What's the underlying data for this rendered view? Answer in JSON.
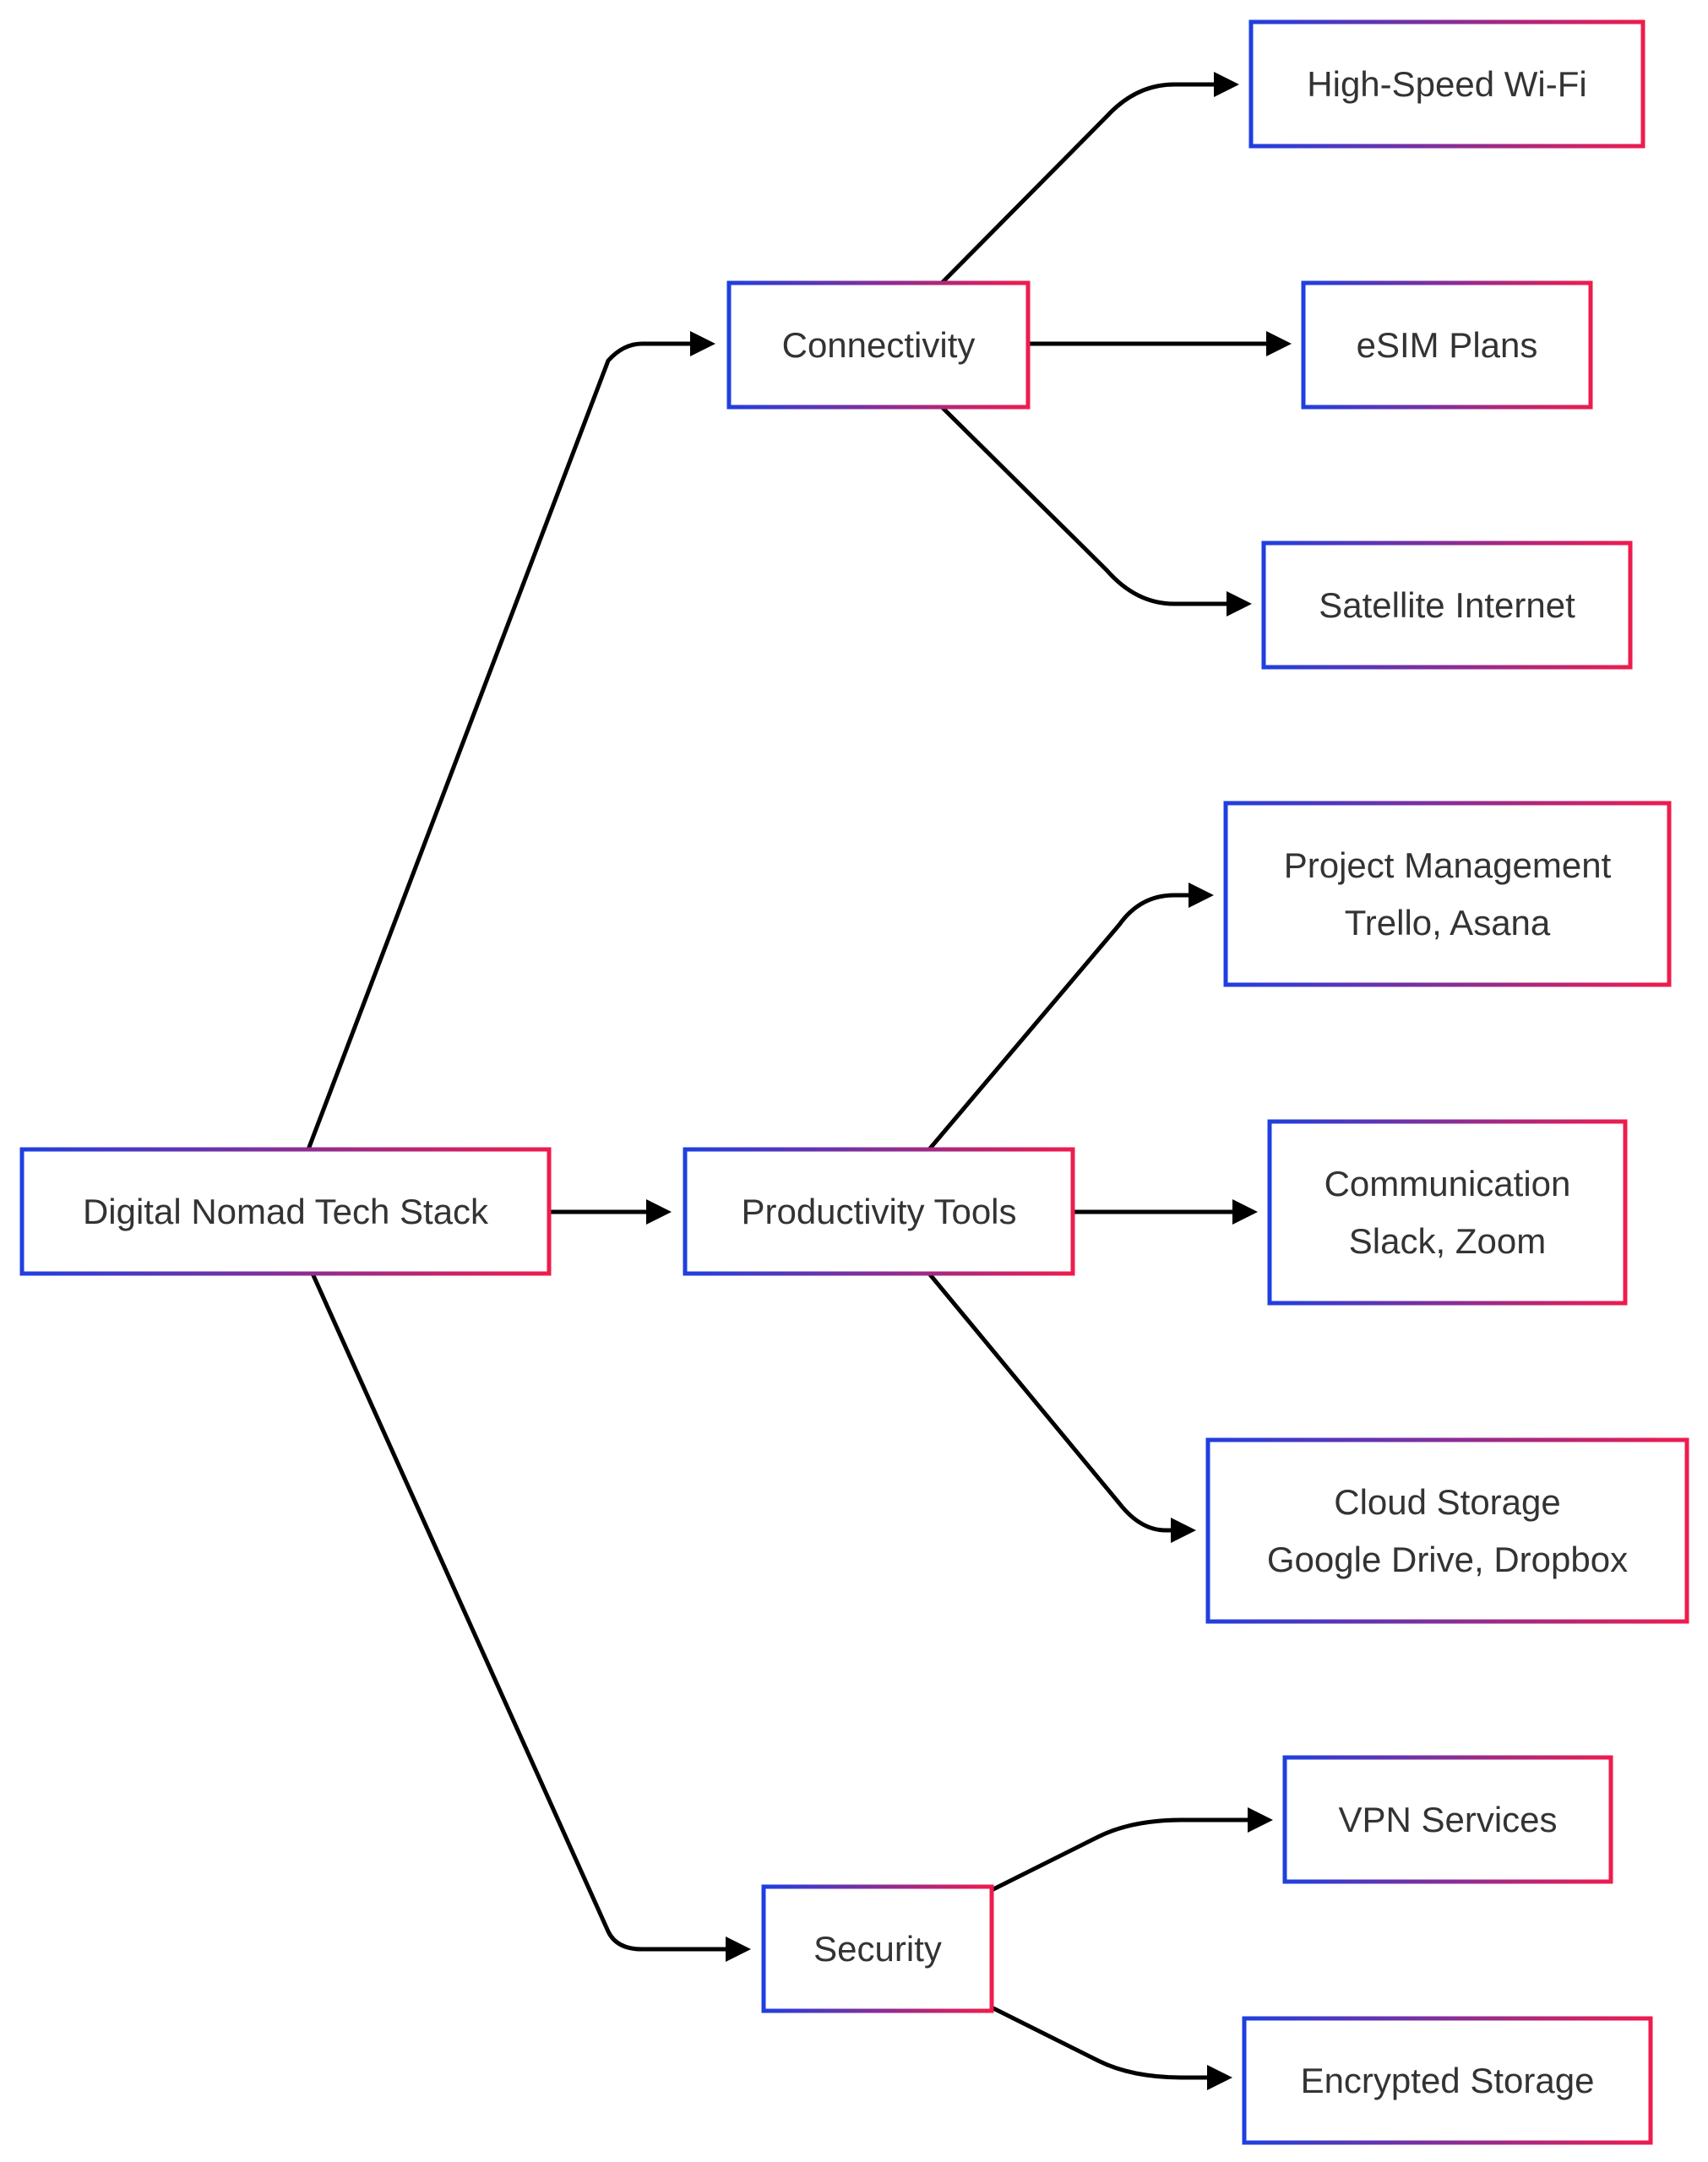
{
  "diagram": {
    "type": "flowchart",
    "direction": "left-to-right",
    "colors": {
      "border_start": "#1f3fe0",
      "border_end": "#ee1c4e",
      "edge": "#000000",
      "text": "#333333",
      "background": "#ffffff"
    },
    "nodes": {
      "root": {
        "lines": [
          "Digital Nomad Tech Stack"
        ]
      },
      "connectivity": {
        "lines": [
          "Connectivity"
        ]
      },
      "productivity": {
        "lines": [
          "Productivity Tools"
        ]
      },
      "security": {
        "lines": [
          "Security"
        ]
      },
      "wifi": {
        "lines": [
          "High-Speed Wi-Fi"
        ]
      },
      "esim": {
        "lines": [
          "eSIM Plans"
        ]
      },
      "satellite": {
        "lines": [
          "Satellite Internet"
        ]
      },
      "project_mgmt": {
        "lines": [
          "Project Management",
          "Trello, Asana"
        ]
      },
      "communication": {
        "lines": [
          "Communication",
          "Slack, Zoom"
        ]
      },
      "cloud_storage": {
        "lines": [
          "Cloud Storage",
          "Google Drive, Dropbox"
        ]
      },
      "vpn": {
        "lines": [
          "VPN Services"
        ]
      },
      "encrypted_storage": {
        "lines": [
          "Encrypted Storage"
        ]
      }
    },
    "edges": [
      {
        "from": "root",
        "to": "connectivity"
      },
      {
        "from": "root",
        "to": "productivity"
      },
      {
        "from": "root",
        "to": "security"
      },
      {
        "from": "connectivity",
        "to": "wifi"
      },
      {
        "from": "connectivity",
        "to": "esim"
      },
      {
        "from": "connectivity",
        "to": "satellite"
      },
      {
        "from": "productivity",
        "to": "project_mgmt"
      },
      {
        "from": "productivity",
        "to": "communication"
      },
      {
        "from": "productivity",
        "to": "cloud_storage"
      },
      {
        "from": "security",
        "to": "vpn"
      },
      {
        "from": "security",
        "to": "encrypted_storage"
      }
    ]
  }
}
